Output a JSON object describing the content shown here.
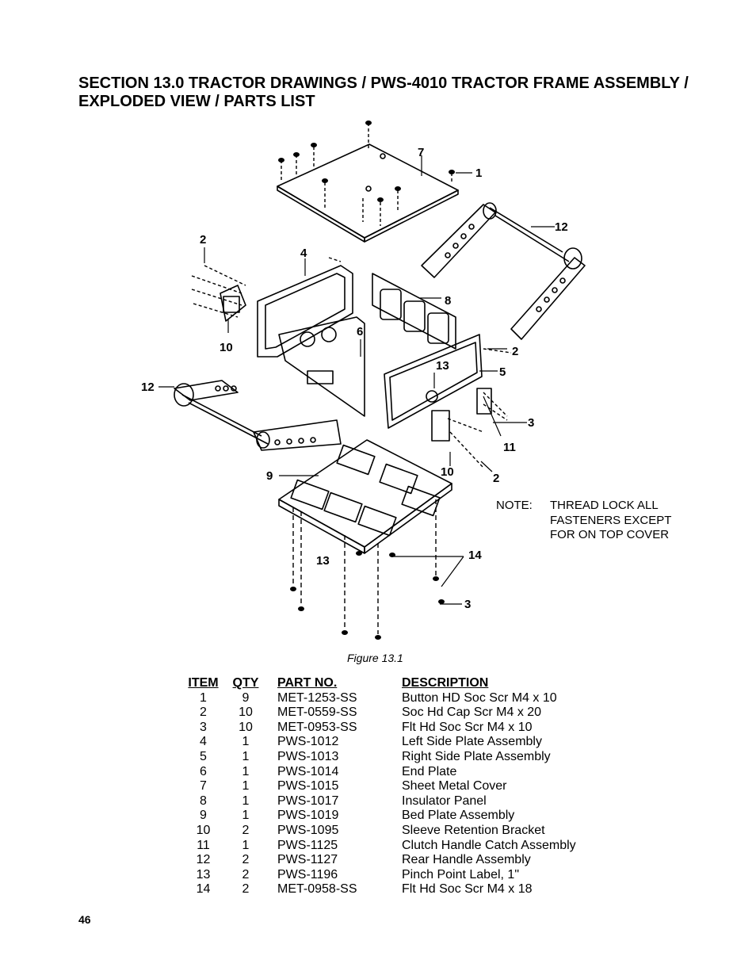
{
  "title": "SECTION 13.0 TRACTOR DRAWINGS / PWS-4010 TRACTOR FRAME ASSEMBLY / EXPLODED VIEW / PARTS LIST",
  "figure_caption": "Figure 13.1",
  "note": {
    "label": "NOTE:",
    "lines": [
      "THREAD LOCK ALL",
      "FASTENERS EXCEPT",
      "FOR ON TOP COVER"
    ]
  },
  "callouts": [
    "7",
    "1",
    "12",
    "2",
    "4",
    "8",
    "10",
    "6",
    "2",
    "13",
    "5",
    "12",
    "3",
    "11",
    "10",
    "2",
    "9",
    "14",
    "13",
    "3"
  ],
  "parts_table": {
    "headers": [
      "ITEM",
      "QTY",
      "PART NO.",
      "DESCRIPTION"
    ],
    "rows": [
      [
        "1",
        "9",
        "MET-1253-SS",
        "Button HD Soc Scr M4 x 10"
      ],
      [
        "2",
        "10",
        "MET-0559-SS",
        "Soc Hd Cap Scr M4 x 20"
      ],
      [
        "3",
        "10",
        "MET-0953-SS",
        "Flt Hd Soc Scr M4 x 10"
      ],
      [
        "4",
        "1",
        "PWS-1012",
        "Left Side Plate Assembly"
      ],
      [
        "5",
        "1",
        "PWS-1013",
        "Right Side Plate Assembly"
      ],
      [
        "6",
        "1",
        "PWS-1014",
        "End Plate"
      ],
      [
        "7",
        "1",
        "PWS-1015",
        "Sheet Metal Cover"
      ],
      [
        "8",
        "1",
        "PWS-1017",
        "Insulator Panel"
      ],
      [
        "9",
        "1",
        "PWS-1019",
        "Bed Plate Assembly"
      ],
      [
        "10",
        "2",
        "PWS-1095",
        "Sleeve Retention Bracket"
      ],
      [
        "11",
        "1",
        "PWS-1125",
        "Clutch Handle Catch Assembly"
      ],
      [
        "12",
        "2",
        "PWS-1127",
        "Rear Handle Assembly"
      ],
      [
        "13",
        "2",
        "PWS-1196",
        "Pinch Point Label, 1\""
      ],
      [
        "14",
        "2",
        "MET-0958-SS",
        "Flt Hd Soc Scr M4 x 18"
      ]
    ]
  },
  "page_number": "46"
}
